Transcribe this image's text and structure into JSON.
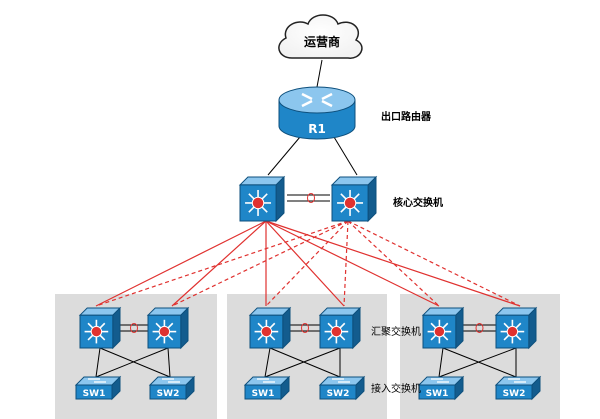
{
  "isp": {
    "label": "运营商",
    "icon": "cloud-icon"
  },
  "router": {
    "name": "R1",
    "label": "出口路由器",
    "icon": "router-icon"
  },
  "core": {
    "label": "核心交换机",
    "icon": "layer3-switch-icon"
  },
  "aggregation": {
    "label": "汇聚交换机",
    "icon": "layer3-switch-icon"
  },
  "access": {
    "label": "接入交换机",
    "icon": "workgroup-switch-icon",
    "switch_names": [
      "SW1",
      "SW2"
    ]
  },
  "colors": {
    "uplink_red": "#e0312f",
    "device_blue": "#1f86c8",
    "device_top": "#8cc6ee",
    "group_bg": "#dcdcdc",
    "black_link": "#000000"
  }
}
